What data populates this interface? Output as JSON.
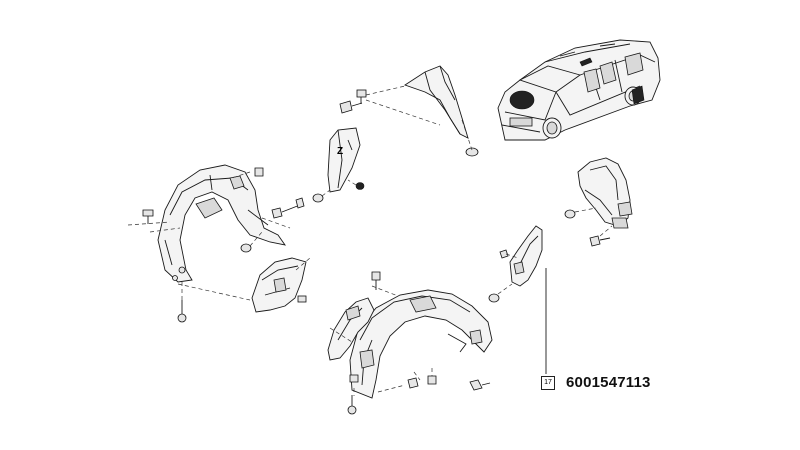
{
  "diagram": {
    "part_number": "6001547113",
    "callout_ref": "17",
    "callout_text": "Z"
  }
}
